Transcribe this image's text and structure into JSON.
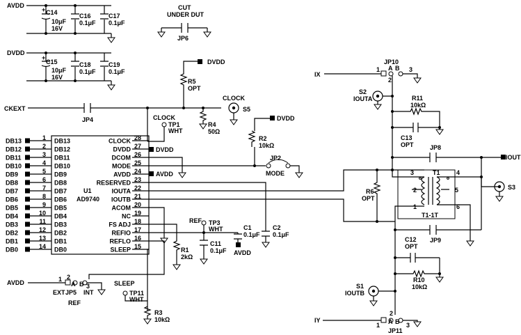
{
  "nets": {
    "avdd": "AVDD",
    "dvdd": "DVDD",
    "ckext": "CKEXT",
    "ix": "IX",
    "iy": "IY",
    "iout": "IOUT"
  },
  "c14": {
    "ref": "C14",
    "val": "10μF",
    "volt": "16V"
  },
  "c15": {
    "ref": "C15",
    "val": "10μF",
    "volt": "16V"
  },
  "c16": {
    "ref": "C16",
    "val": "0.1μF"
  },
  "c17": {
    "ref": "C17",
    "val": "0.1μF"
  },
  "c18": {
    "ref": "C18",
    "val": "0.1μF"
  },
  "c19": {
    "ref": "C19",
    "val": "0.1μF"
  },
  "jp6": {
    "title1": "CUT",
    "title2": "UNDER DUT",
    "ref": "JP6"
  },
  "jp4": {
    "ref": "JP4"
  },
  "r5": {
    "ref": "R5",
    "val": "OPT"
  },
  "r4": {
    "ref": "R4",
    "val": "50Ω"
  },
  "r2": {
    "ref": "R2",
    "val": "10kΩ"
  },
  "clock_sma": {
    "label": "CLOCK",
    "ref": "S5"
  },
  "tp1": {
    "label": "CLOCK",
    "ref": "TP1",
    "val": "WHT"
  },
  "jp2": {
    "ref": "JP2",
    "val": "MODE"
  },
  "u1": {
    "ref": "U1",
    "part": "AD9740",
    "left_pins": [
      {
        "num": "1",
        "name": "DB13",
        "net": "DB13"
      },
      {
        "num": "2",
        "name": "DB12",
        "net": "DB12"
      },
      {
        "num": "3",
        "name": "DB11",
        "net": "DB11"
      },
      {
        "num": "4",
        "name": "DB10",
        "net": "DB10"
      },
      {
        "num": "5",
        "name": "DB9",
        "net": "DB9"
      },
      {
        "num": "6",
        "name": "DB8",
        "net": "DB8"
      },
      {
        "num": "7",
        "name": "DB7",
        "net": "DB7"
      },
      {
        "num": "8",
        "name": "DB6",
        "net": "DB6"
      },
      {
        "num": "9",
        "name": "DB5",
        "net": "DB5"
      },
      {
        "num": "10",
        "name": "DB4",
        "net": "DB4"
      },
      {
        "num": "11",
        "name": "DB3",
        "net": "DB3"
      },
      {
        "num": "12",
        "name": "DB2",
        "net": "DB2"
      },
      {
        "num": "13",
        "name": "DB1",
        "net": "DB1"
      },
      {
        "num": "14",
        "name": "DB0",
        "net": "DB0"
      }
    ],
    "right_pins": [
      {
        "num": "28",
        "name": "CLOCK"
      },
      {
        "num": "27",
        "name": "DVDD"
      },
      {
        "num": "26",
        "name": "DCOM"
      },
      {
        "num": "25",
        "name": "MODE"
      },
      {
        "num": "24",
        "name": "AVDD"
      },
      {
        "num": "23",
        "name": "RESERVED"
      },
      {
        "num": "22",
        "name": "IOUTA"
      },
      {
        "num": "21",
        "name": "IOUTB"
      },
      {
        "num": "20",
        "name": "ACOM"
      },
      {
        "num": "19",
        "name": "NC"
      },
      {
        "num": "18",
        "name": "FS ADJ"
      },
      {
        "num": "17",
        "name": "REFIO"
      },
      {
        "num": "16",
        "name": "REFLO"
      },
      {
        "num": "15",
        "name": "SLEEP"
      }
    ]
  },
  "tp3": {
    "label": "REF",
    "ref": "TP3",
    "val": "WHT"
  },
  "c1": {
    "ref": "C1",
    "val": "0.1μF"
  },
  "c2": {
    "ref": "C2",
    "val": "0.1μF"
  },
  "c11": {
    "ref": "C11",
    "val": "0.1μF"
  },
  "r1": {
    "ref": "R1",
    "val": "2kΩ"
  },
  "jp5": {
    "ref": "JP5",
    "opt_a": "EXT",
    "opt_b": "INT",
    "label": "REF",
    "p1": "1",
    "p2": "2",
    "p3": "3",
    "a": "A",
    "b": "B"
  },
  "tp11": {
    "label": "SLEEP",
    "ref": "TP11",
    "val": "WHT"
  },
  "r3": {
    "ref": "R3",
    "val": "10kΩ"
  },
  "jp10": {
    "ref": "JP10",
    "p1": "1",
    "p2": "2",
    "p3": "3",
    "a": "A",
    "b": "B"
  },
  "s2": {
    "ref": "S2",
    "label": "IOUTA"
  },
  "r11": {
    "ref": "R11",
    "val": "10kΩ"
  },
  "c13": {
    "ref": "C13",
    "val": "OPT"
  },
  "jp8": {
    "ref": "JP8"
  },
  "r6": {
    "ref": "R6",
    "val": "OPT"
  },
  "t1": {
    "ref": "T1",
    "part": "T1-1T",
    "p1": "1",
    "p2": "2",
    "p3": "3",
    "p4": "4",
    "p5": "5",
    "p6": "6"
  },
  "s3": {
    "ref": "S3"
  },
  "jp9": {
    "ref": "JP9"
  },
  "c12": {
    "ref": "C12",
    "val": "OPT"
  },
  "r10": {
    "ref": "R10",
    "val": "10kΩ"
  },
  "s1": {
    "ref": "S1",
    "label": "IOUTB"
  },
  "jp11": {
    "ref": "JP11",
    "p1": "1",
    "p2": "2",
    "p3": "3",
    "a": "A",
    "b": "B"
  }
}
